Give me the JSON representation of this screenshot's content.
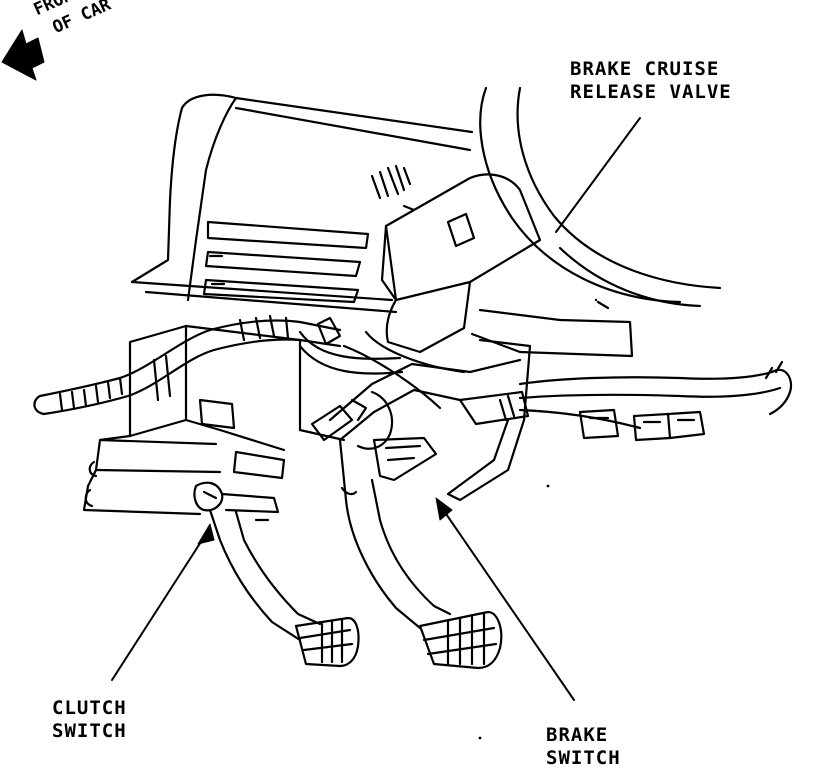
{
  "orientation": {
    "line1": "FRONT",
    "line2": "OF CAR",
    "arrow_icon": "left-arrow-icon"
  },
  "labels": {
    "brake_cruise_release_valve": {
      "line1": "BRAKE CRUISE",
      "line2": "RELEASE VALVE"
    },
    "clutch_switch": {
      "line1": "CLUTCH",
      "line2": "SWITCH"
    },
    "brake_switch": {
      "line1": "BRAKE",
      "line2": "SWITCH"
    }
  },
  "colors": {
    "ink": "#000000",
    "paper": "#ffffff"
  }
}
